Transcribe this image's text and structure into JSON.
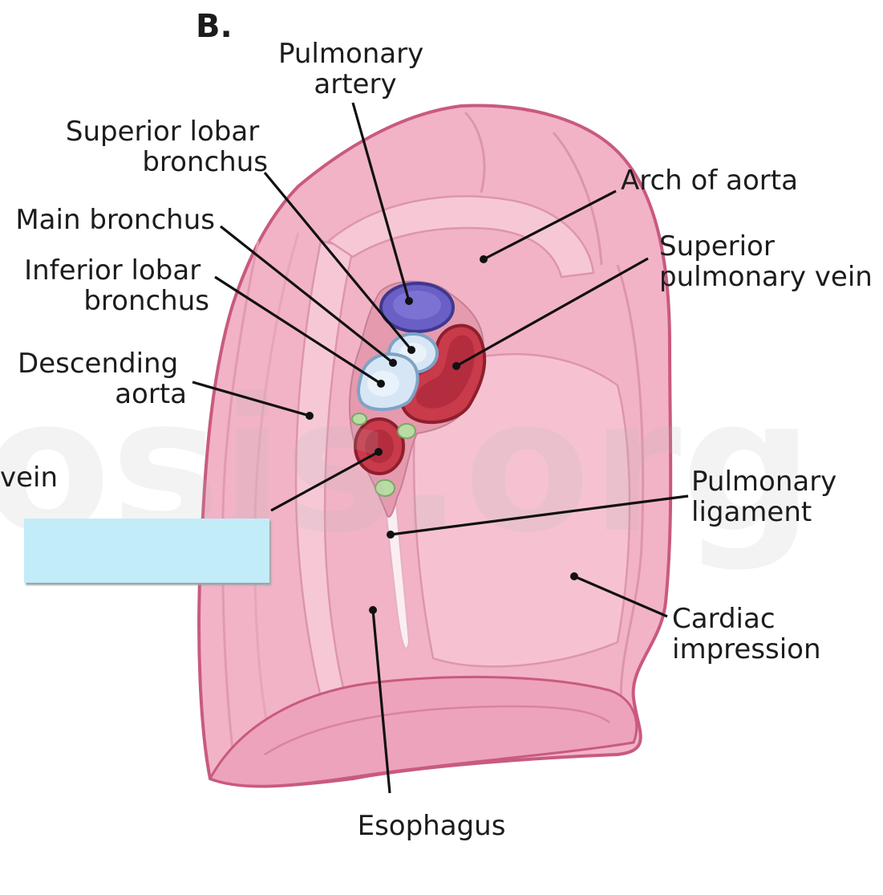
{
  "panel_letter": "B.",
  "watermark": "osis.org",
  "labels": {
    "pulmonary_artery": [
      "Pulmonary",
      "artery"
    ],
    "superior_lobar_bronchus": [
      "Superior lobar",
      "bronchus"
    ],
    "main_bronchus": [
      "Main bronchus"
    ],
    "inferior_lobar_bronchus": [
      "Inferior lobar",
      "bronchus"
    ],
    "descending_aorta": [
      "Descending",
      "aorta"
    ],
    "inferior_pulmonary_vein_partial": [
      "vein"
    ],
    "arch_of_aorta": [
      "Arch of aorta"
    ],
    "superior_pulmonary_vein": [
      "Superior",
      "pulmonary vein"
    ],
    "pulmonary_ligament": [
      "Pulmonary",
      "ligament"
    ],
    "cardiac_impression": [
      "Cardiac",
      "impression"
    ],
    "esophagus": [
      "Esophagus"
    ]
  },
  "colors": {
    "lung_fill": "#f2b3c6",
    "lung_outline": "#c95a7f",
    "artery": "#6a5fc4",
    "vein": "#c93a4a",
    "bronchus": "#d7e6f5",
    "lymph_node": "#b9dca4",
    "mask": "#c2ecf8"
  }
}
